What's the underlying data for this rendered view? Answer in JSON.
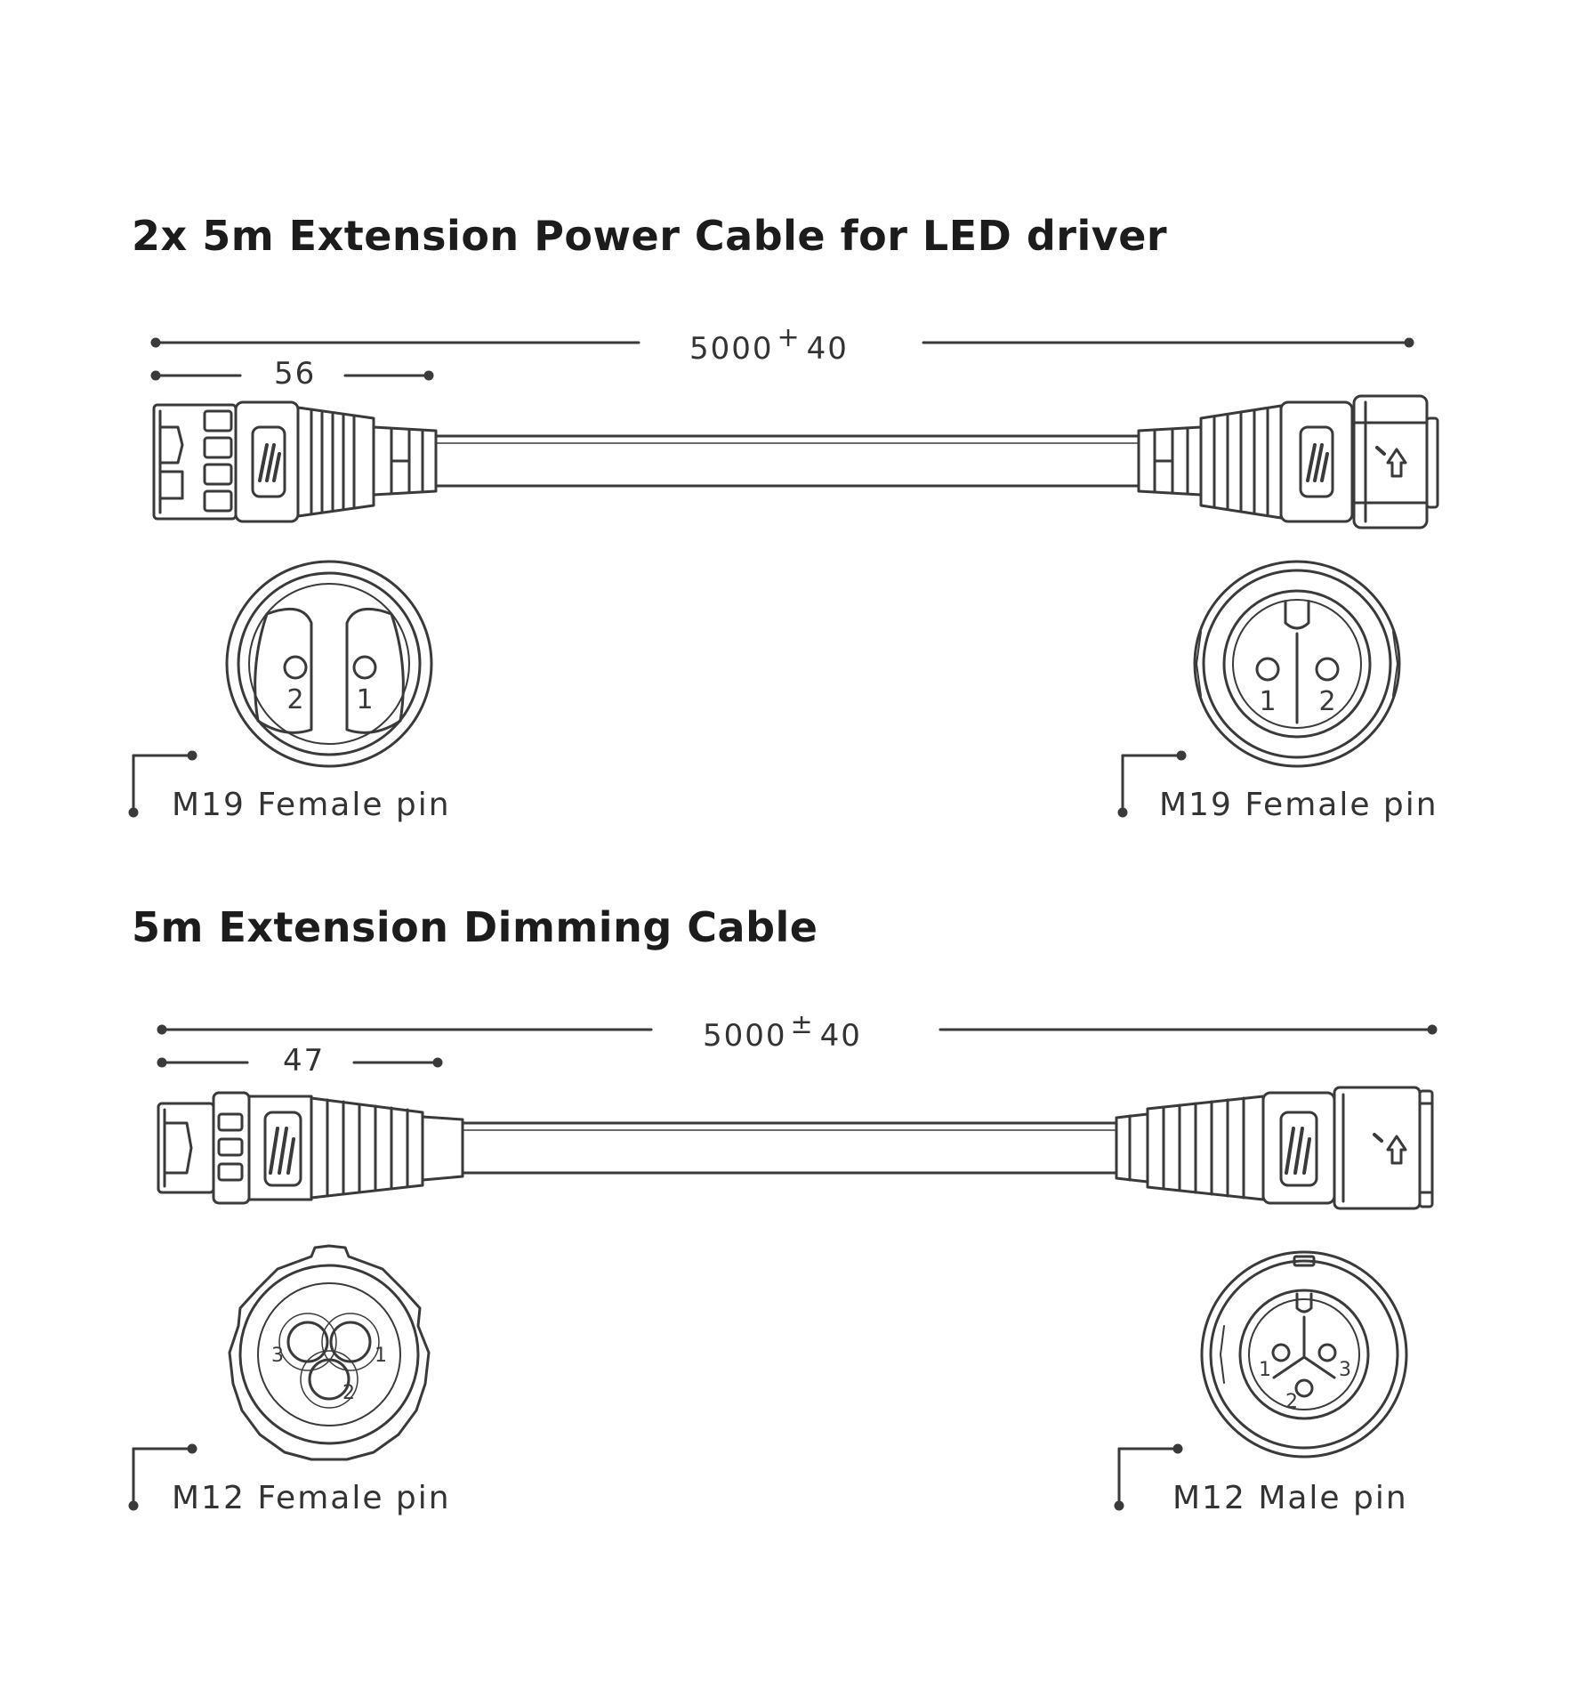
{
  "sections": [
    {
      "title": "2x 5m Extension Power Cable for LED driver",
      "overall_length": "5000",
      "overall_tol_symbol": "+",
      "overall_tol": "40",
      "connector_length": "56",
      "left_pin_label": "M19 Female pin",
      "left_pin_numbers": [
        "2",
        "1"
      ],
      "right_pin_label": "M19 Female pin",
      "right_pin_numbers": [
        "1",
        "2"
      ]
    },
    {
      "title": "5m Extension Dimming Cable",
      "overall_length": "5000",
      "overall_tol_symbol": "±",
      "overall_tol": "40",
      "connector_length": "47",
      "left_pin_label": "M12 Female pin",
      "left_pin_numbers": [
        "3",
        "1",
        "2"
      ],
      "right_pin_label": "M12 Male pin",
      "right_pin_numbers": [
        "1",
        "3",
        "2"
      ]
    }
  ]
}
